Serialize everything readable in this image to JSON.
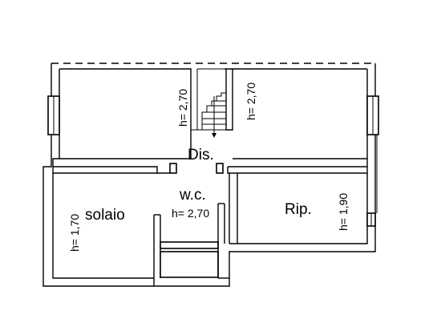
{
  "rooms": {
    "dis": {
      "label": "Dis."
    },
    "wc": {
      "label": "w.c.",
      "height": "h= 2,70"
    },
    "solaio": {
      "label": "solaio",
      "height": "h= 1,70"
    },
    "rip": {
      "label": "Rip.",
      "height": "h= 1,90"
    },
    "upper_left": {
      "height": "h= 2,70"
    },
    "upper_right": {
      "height": "h= 2,70"
    }
  }
}
